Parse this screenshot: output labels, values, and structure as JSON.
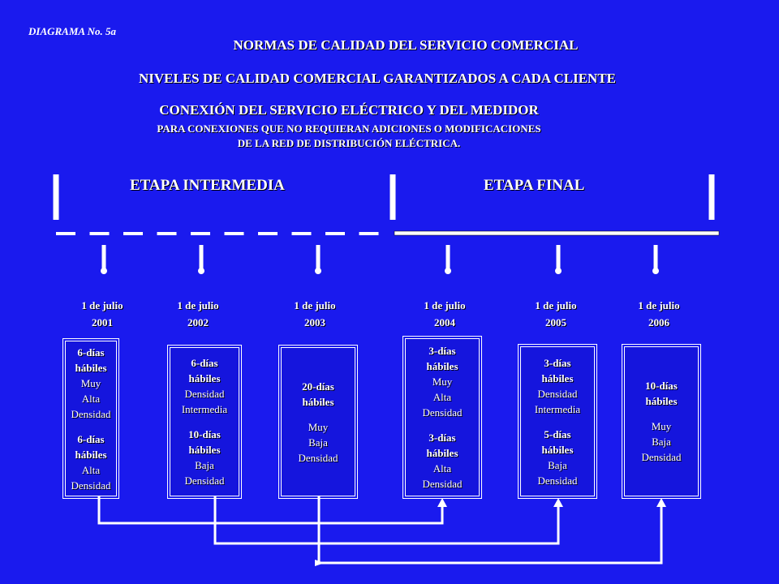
{
  "header": {
    "diagram_label": "DIAGRAMA No. 5a",
    "title_1": "NORMAS DE CALIDAD DEL SERVICIO COMERCIAL",
    "title_2": "NIVELES DE CALIDAD COMERCIAL GARANTIZADOS A CADA CLIENTE",
    "title_3": "CONEXIÓN DEL SERVICIO ELÉCTRICO Y DEL MEDIDOR",
    "subtitle_1": "PARA CONEXIONES QUE NO REQUIERAN ADICIONES O MODIFICACIONES",
    "subtitle_2": "DE LA RED DE DISTRIBUCIÓN ELÉCTRICA."
  },
  "stages": {
    "intermediate": "ETAPA  INTERMEDIA",
    "final": "ETAPA  FINAL"
  },
  "milestones": [
    {
      "date_line1": "1 de julio",
      "date_line2": "2001",
      "box": {
        "l1": "6-días",
        "l2": "hábiles",
        "l3": "Muy",
        "l4": "Alta",
        "l5": "Densidad",
        "l6": "6-días",
        "l7": "hábiles",
        "l8": "Alta",
        "l9": "Densidad"
      }
    },
    {
      "date_line1": "1 de julio",
      "date_line2": "2002",
      "box": {
        "l1": "6-días",
        "l2": "hábiles",
        "l3": "Densidad",
        "l4": "Intermedia",
        "l5": "10-días",
        "l6": "hábiles",
        "l7": "Baja",
        "l8": "Densidad"
      }
    },
    {
      "date_line1": "1 de julio",
      "date_line2": "2003",
      "box": {
        "l1": "20-días",
        "l2": "hábiles",
        "l3": "Muy",
        "l4": "Baja",
        "l5": "Densidad"
      }
    },
    {
      "date_line1": "1 de julio",
      "date_line2": "2004",
      "box": {
        "l1": "3-días",
        "l2": "hábiles",
        "l3": "Muy",
        "l4": "Alta",
        "l5": "Densidad",
        "l6": "3-días",
        "l7": "hábiles",
        "l8": "Alta",
        "l9": "Densidad"
      }
    },
    {
      "date_line1": "1 de julio",
      "date_line2": "2005",
      "box": {
        "l1": "3-días",
        "l2": "hábiles",
        "l3": "Densidad",
        "l4": "Intermedia",
        "l5": "5-días",
        "l6": "hábiles",
        "l7": "Baja",
        "l8": "Densidad"
      }
    },
    {
      "date_line1": "1 de julio",
      "date_line2": "2006",
      "box": {
        "l1": "10-días",
        "l2": "hábiles",
        "l3": "Muy",
        "l4": "Baja",
        "l5": "Densidad"
      }
    }
  ],
  "colors": {
    "background": "#1a1aee",
    "foreground": "#ffffff"
  }
}
